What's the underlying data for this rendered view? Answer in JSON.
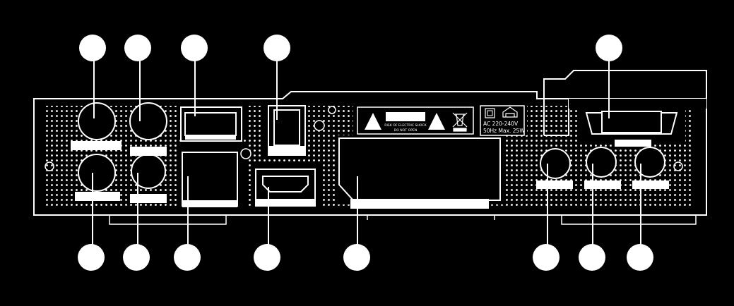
{
  "colors": {
    "background": "#000000",
    "outline": "#ffffff",
    "dots": "#ffffff",
    "callout_fill": "#ffffff"
  },
  "warning_label": {
    "line1": "RISK OF ELECTRIC SHOCK",
    "line2": "DO NOT OPEN"
  },
  "power_label": {
    "voltage": "AC  220-240V",
    "rating": "50Hz Max. 25W"
  },
  "icons": {
    "warning": "warning-triangle-icon",
    "weee": "crossed-bin-icon",
    "class2": "double-square-icon",
    "indoor": "house-icon"
  }
}
